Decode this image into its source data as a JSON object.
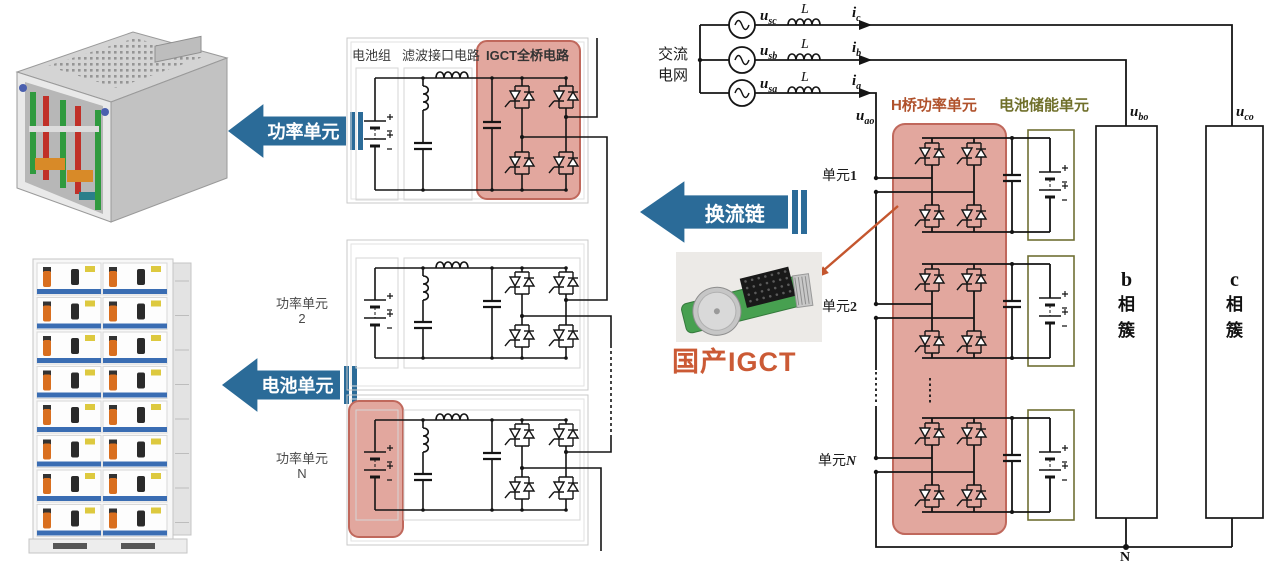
{
  "arrows": {
    "power_unit": "功率单元",
    "battery_unit": "电池单元",
    "converter_chain": "换流链"
  },
  "middle": {
    "col_labels": {
      "battery_pack": "电池组",
      "filter_interface": "滤波接口电路",
      "igct_bridge": "IGCT全桥电路"
    },
    "unit2": {
      "label": "功率单元",
      "index": "2"
    },
    "unitN": {
      "label": "功率单元",
      "index": "N"
    }
  },
  "right": {
    "ac_grid": {
      "line1": "交流",
      "line2": "电网"
    },
    "phases": [
      {
        "voltage": "u",
        "voltage_sub": "sc",
        "inductance": "L",
        "current": "i",
        "current_sub": "c"
      },
      {
        "voltage": "u",
        "voltage_sub": "sb",
        "inductance": "L",
        "current": "i",
        "current_sub": "b"
      },
      {
        "voltage": "u",
        "voltage_sub": "sa",
        "inductance": "L",
        "current": "i",
        "current_sub": "a"
      }
    ],
    "hbridge_label": "H桥功率单元",
    "storage_label": "电池储能单元",
    "node_voltages": [
      {
        "base": "u",
        "sub": "ao"
      },
      {
        "base": "u",
        "sub": "bo"
      },
      {
        "base": "u",
        "sub": "co"
      }
    ],
    "units": [
      {
        "prefix": "单元",
        "index": "1"
      },
      {
        "prefix": "单元",
        "index": "2"
      },
      {
        "prefix": "单元",
        "index": "N"
      }
    ],
    "phase_b_cluster": {
      "line1": "b",
      "line2": "相",
      "line3": "簇"
    },
    "phase_c_cluster": {
      "line1": "c",
      "line2": "相",
      "line3": "簇"
    },
    "neutral_label": "N",
    "igct_caption": "国产IGCT"
  },
  "colors": {
    "arrow_blue": "#2b6b98",
    "highlight_pink_fill": "#e2a79e",
    "highlight_pink_border": "#c0685c",
    "storage_box_olive": "#6f6f34",
    "hbridge_label_color": "#b0522c",
    "storage_label_color": "#70702b",
    "igct_caption_color": "#cb5a35",
    "annotation_arrow": "#c4562e"
  }
}
